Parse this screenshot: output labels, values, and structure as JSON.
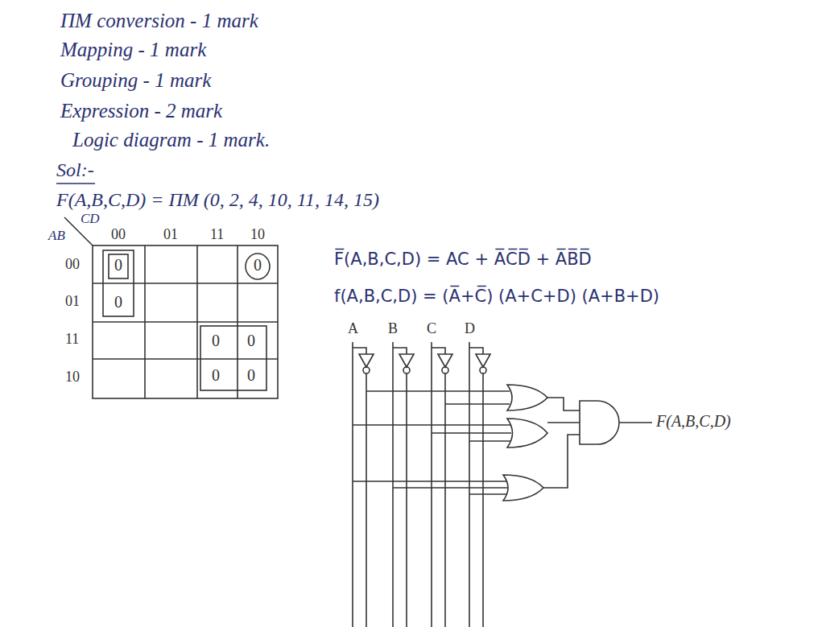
{
  "diagram": {
    "labels": [
      "ΠM conversion - 1 mark",
      "Mapping - 1 mark",
      "Grouping - 1 mark",
      "Expression - 2 mark",
      "Logic diagram - 1 mark.",
      "Sol:-",
      "F(A,B,C,D) = ΠM (0, 2, 4, 10, 11, 14, 15)",
      "AB",
      "CD",
      "00",
      "01",
      "11",
      "10",
      "00",
      "01",
      "11",
      "10",
      "0",
      "0",
      "0",
      "0",
      "0",
      "0",
      "0",
      "F̅(A,B,C,D) = AC + A̅C̅D̅ + A̅B̅D̅",
      "f(A,B,C,D) = (A̅+C̅) (A+C+D) (A+B+D)",
      "A",
      "B",
      "C",
      "D",
      "F(A,B,C,D)"
    ]
  }
}
